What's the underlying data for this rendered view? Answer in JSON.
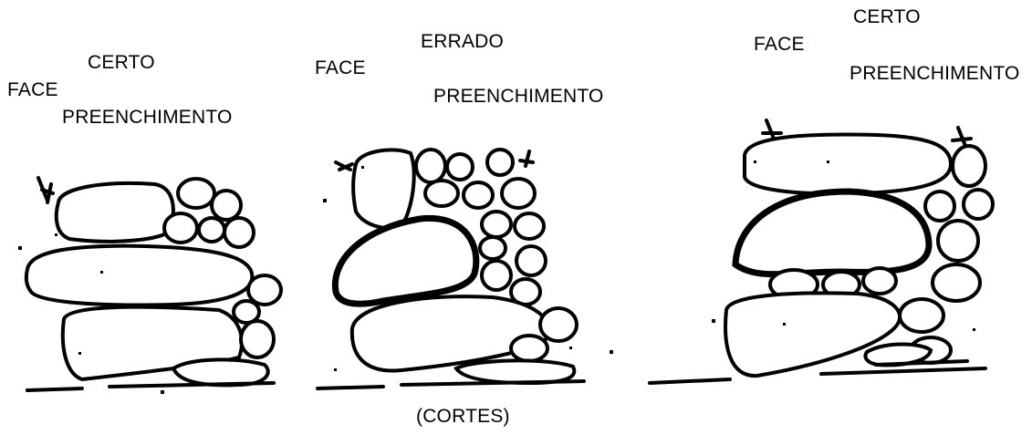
{
  "panels": [
    {
      "verdict": "CERTO",
      "face": "FACE",
      "fill": "PREENCHIMENTO"
    },
    {
      "verdict": "ERRADO",
      "face": "FACE",
      "fill": "PREENCHIMENTO"
    },
    {
      "verdict": "CERTO",
      "face": "FACE",
      "fill": "PREENCHIMENTO"
    }
  ],
  "caption": "(CORTES)"
}
